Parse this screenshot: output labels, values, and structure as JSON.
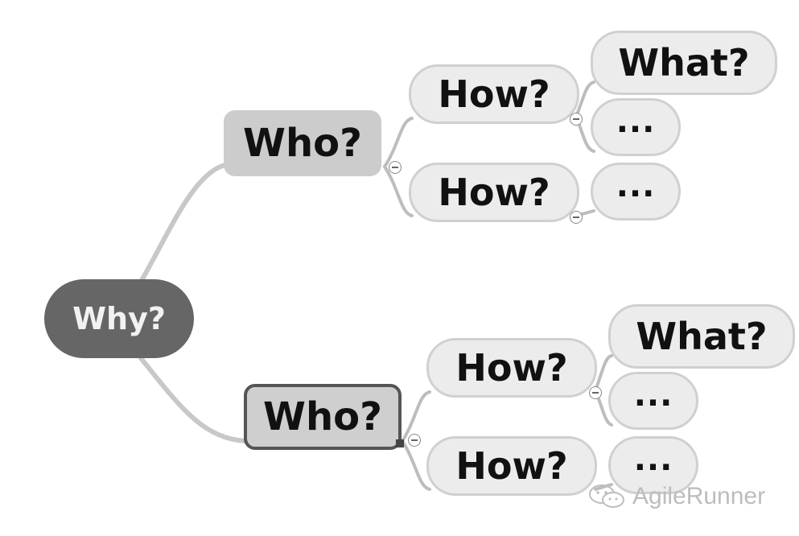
{
  "root": {
    "label": "Why?"
  },
  "branches": [
    {
      "label": "Who?",
      "children": [
        {
          "label": "How?",
          "children": [
            {
              "label": "What?"
            },
            {
              "label": "..."
            }
          ]
        },
        {
          "label": "How?",
          "children": [
            {
              "label": "..."
            }
          ]
        }
      ]
    },
    {
      "label": "Who?",
      "selected": true,
      "children": [
        {
          "label": "How?",
          "children": [
            {
              "label": "What?"
            },
            {
              "label": "..."
            }
          ]
        },
        {
          "label": "How?",
          "children": [
            {
              "label": "..."
            }
          ]
        }
      ]
    }
  ],
  "watermark": {
    "text": "AgileRunner",
    "icon": "wechat-icon"
  },
  "colors": {
    "root": "#666666",
    "level1": "#cccccc",
    "pill": "#ececec",
    "connector": "#c8c8c8"
  }
}
